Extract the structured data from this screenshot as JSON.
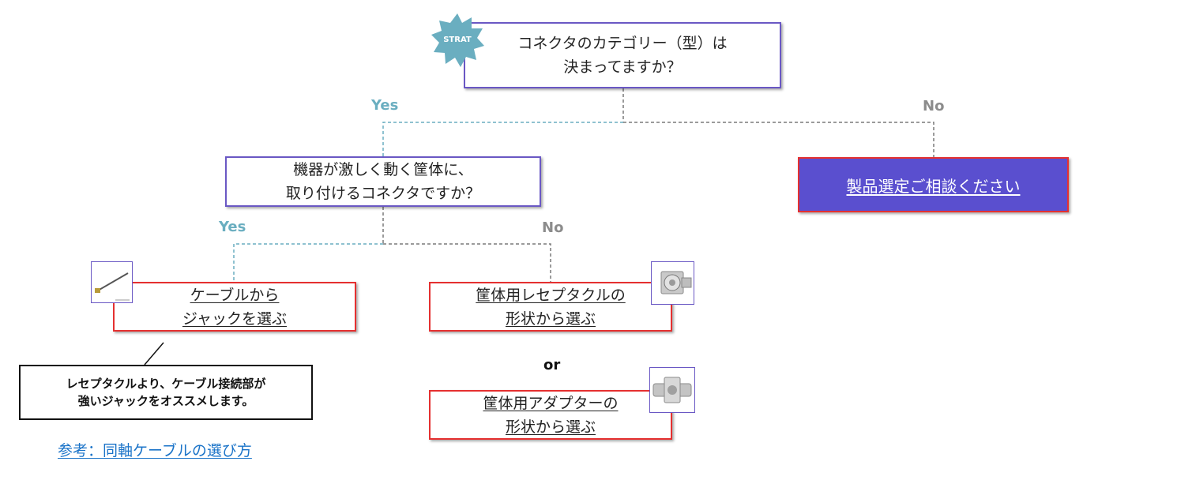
{
  "start_badge": "STRAT",
  "q1": {
    "line1": "コネクタのカテゴリー（型）は",
    "line2": "決まってますか？"
  },
  "q1_yes": "Yes",
  "q1_no": "No",
  "q2": {
    "line1": "機器が激しく動く筐体に、",
    "line2": "取り付けるコネクタですか？"
  },
  "q2_yes": "Yes",
  "q2_no": "No",
  "contact": "製品選定ご相談ください",
  "cable_jack": {
    "line1": "ケーブルから",
    "line2": "ジャックを選ぶ"
  },
  "receptacle": {
    "line1": "筐体用レセプタクルの",
    "line2": "形状から選ぶ"
  },
  "or_label": "or",
  "adapter": {
    "line1": "筐体用アダプターの",
    "line2": "形状から選ぶ"
  },
  "note": {
    "line1": "レセプタクルより、ケーブル接続部が",
    "line2": "強いジャックをオススメします。"
  },
  "reference": "参考：同軸ケーブルの選び方",
  "colors": {
    "question_border": "#6a58c4",
    "result_border": "#e53030",
    "contact_fill": "#5a4fcf",
    "yes_label": "#6aaec0",
    "no_label": "#8c8c8c",
    "start_badge": "#6aaec0",
    "link": "#1a73c8"
  },
  "icons": [
    "start-badge-icon",
    "cable-jack-image",
    "receptacle-image",
    "adapter-image"
  ]
}
